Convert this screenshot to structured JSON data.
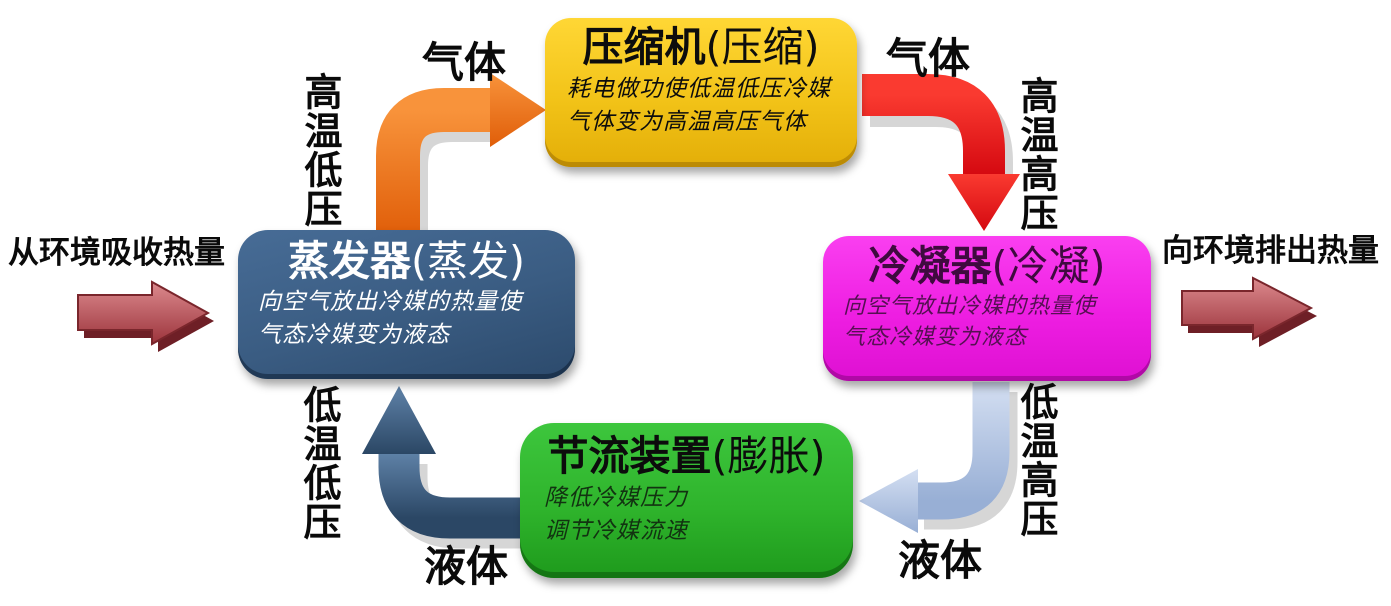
{
  "diagram_title": "refrigeration-cycle",
  "boxes": {
    "compressor": {
      "title": "压缩机",
      "paren": "(压缩)",
      "line1": "耗电做功使低温低压冷媒",
      "line2": "气体变为高温高压气体",
      "bg": "#F2C318",
      "text_color": "#0d0d0d"
    },
    "condenser": {
      "title": "冷凝器",
      "paren": "(冷凝)",
      "line1": "向空气放出冷媒的热量使",
      "line2": "气态冷媒变为液态",
      "bg": "#EE1EE2",
      "text_color": "#3F0A3F"
    },
    "throttle": {
      "title": "节流装置",
      "paren": "(膨胀)",
      "line1": "降低冷媒压力",
      "line2": "调节冷媒流速",
      "bg": "#2FB42C",
      "text_color": "#0c0c0c"
    },
    "evaporator": {
      "title": "蒸发器",
      "paren": "(蒸发)",
      "line1": "向空气放出冷媒的热量使",
      "line2": "气态冷媒变为液态",
      "bg": "#3A5C82",
      "text_color": "#ffffff"
    }
  },
  "arrows": {
    "evap_to_comp": {
      "state": "气体",
      "condition": "高温低压",
      "color": "#F07318"
    },
    "comp_to_cond": {
      "state": "气体",
      "condition": "高温高压",
      "color": "#EE1118"
    },
    "cond_to_throttle": {
      "state": "液体",
      "condition": "低温高压",
      "color": "#B9CAE8"
    },
    "throttle_to_evap": {
      "state": "液体",
      "condition": "低温低压",
      "color": "#3A5A7C"
    }
  },
  "side_labels": {
    "left": "从环境吸收热量",
    "right": "向环境排出热量",
    "arrow_color": "#B04048"
  }
}
